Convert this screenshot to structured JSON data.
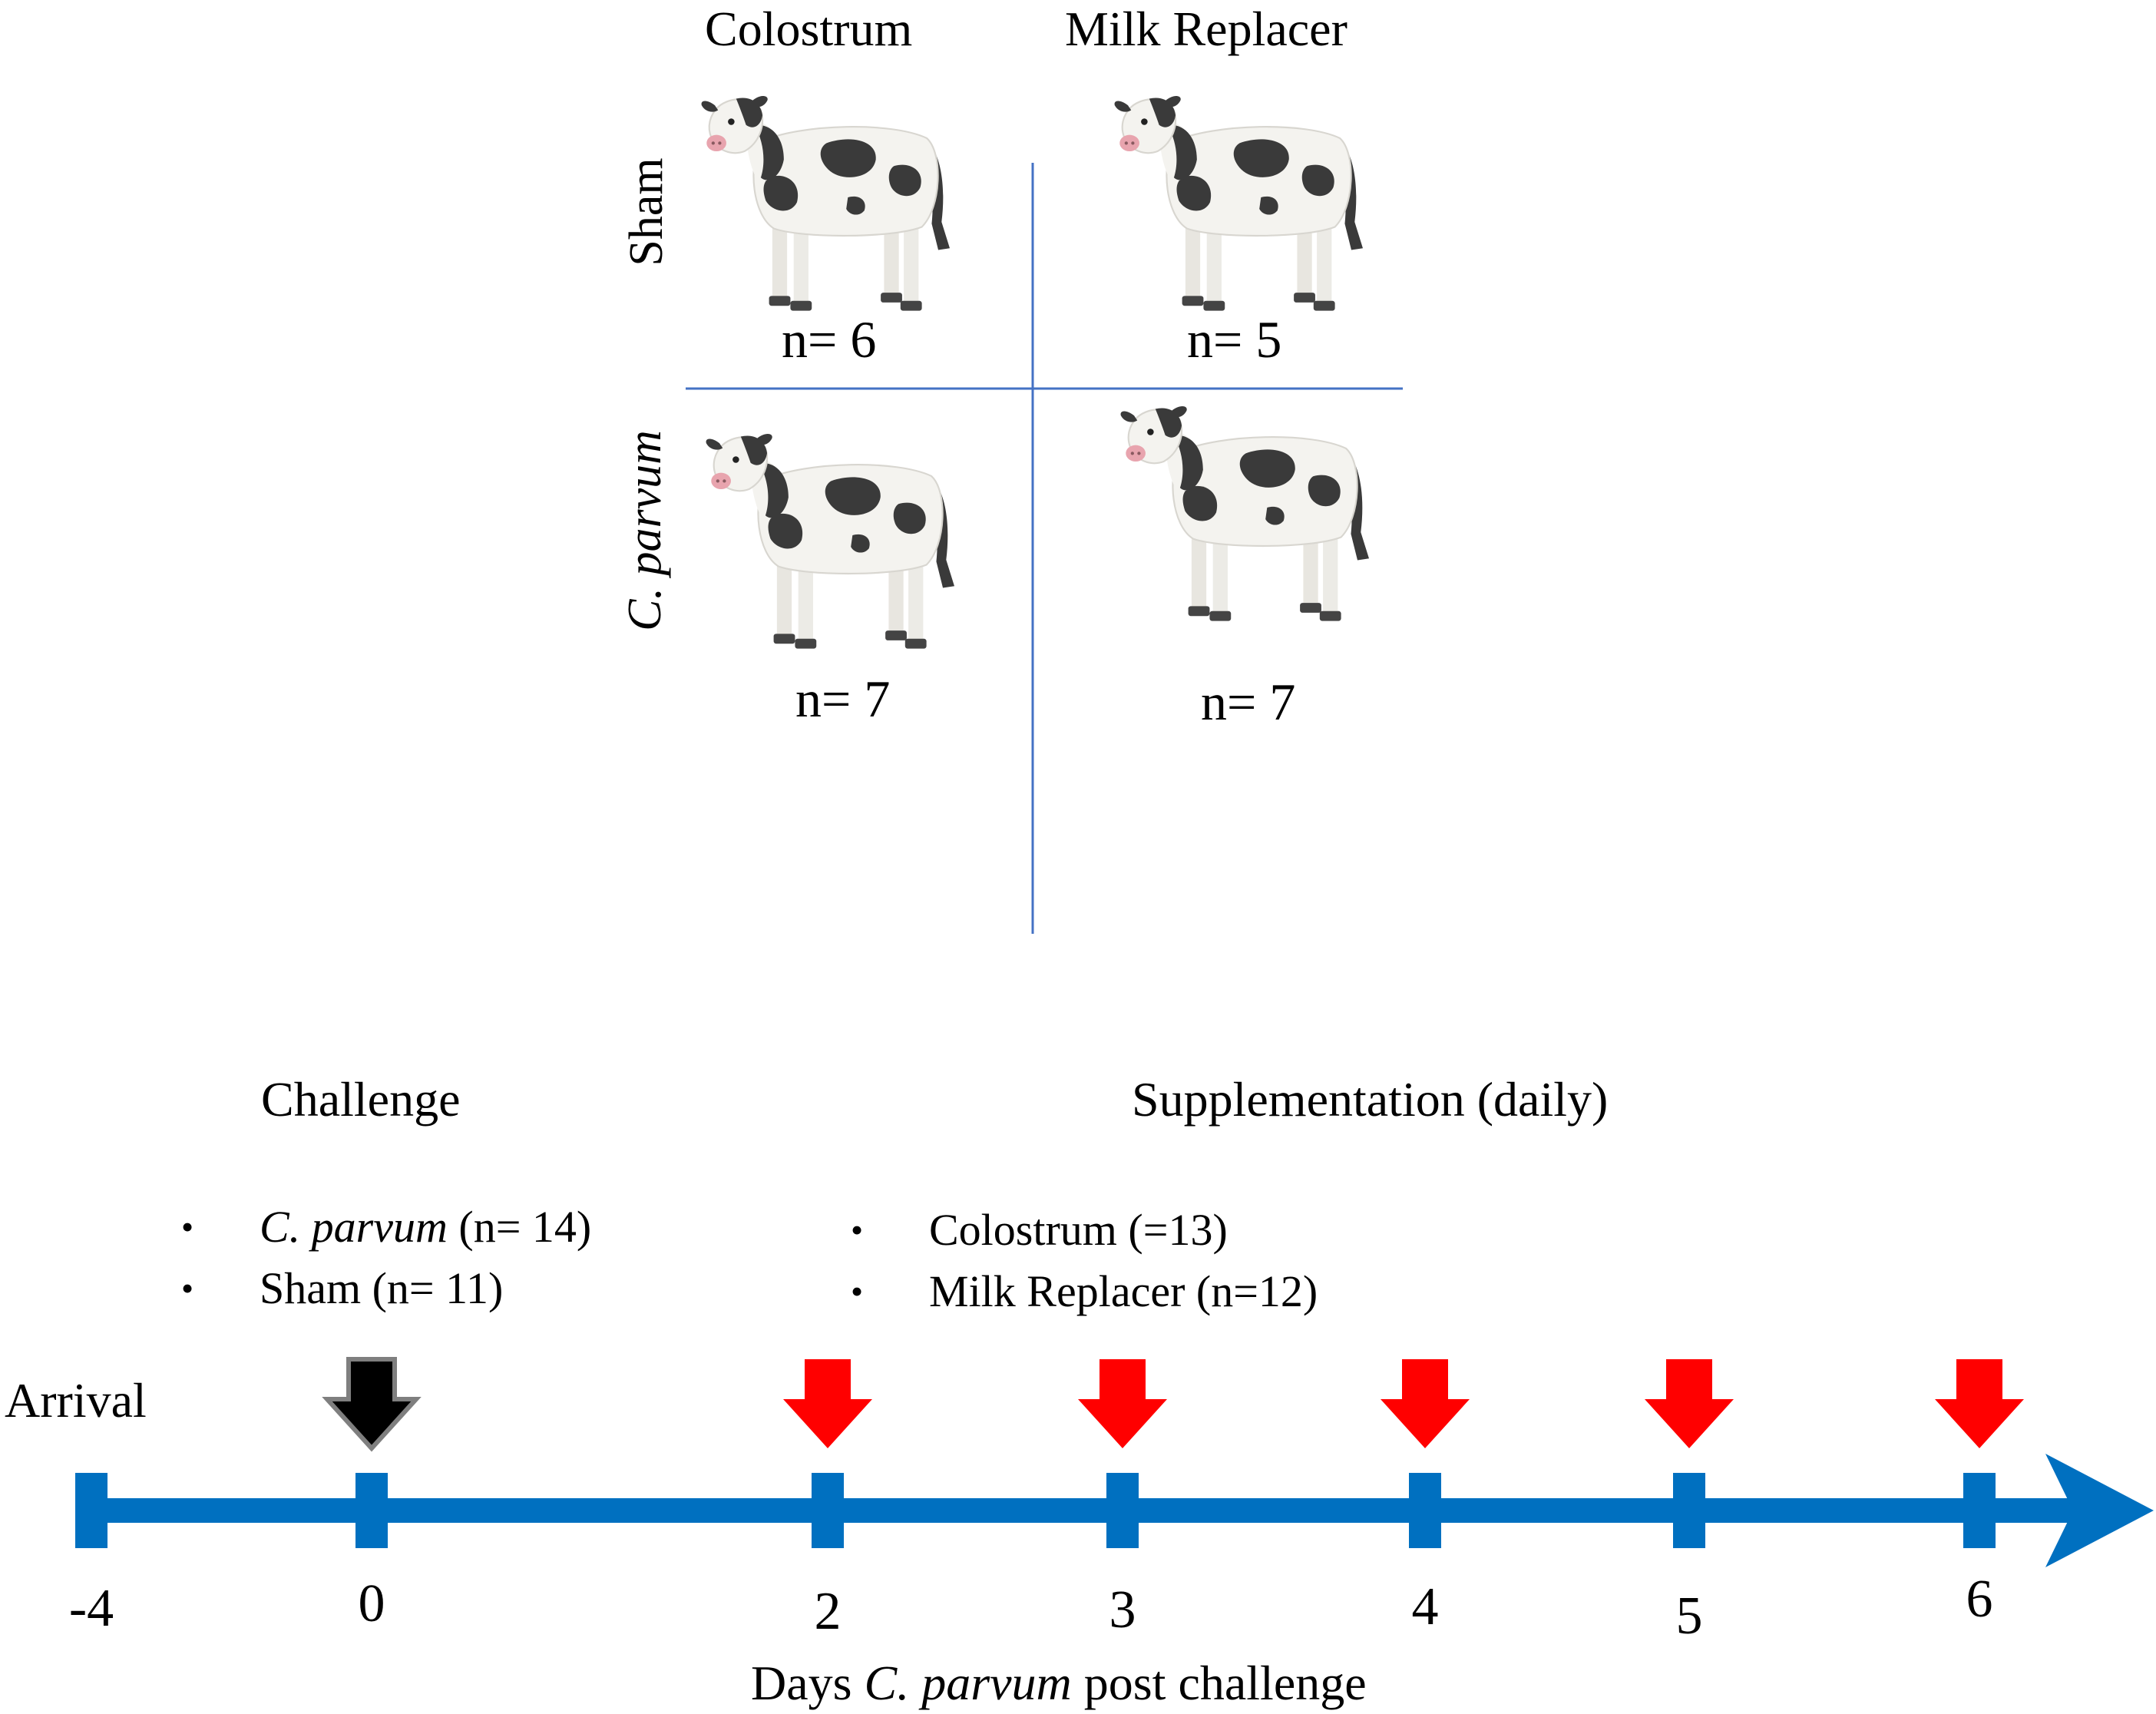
{
  "grid": {
    "col_headers": [
      "Colostrum",
      "Milk Replacer"
    ],
    "row_headers": [
      "Sham",
      "C. parvum"
    ],
    "counts": [
      "n= 6",
      "n= 5",
      "n= 7",
      "n= 7"
    ]
  },
  "challenge": {
    "title": "Challenge",
    "items": [
      {
        "italic": "C. parvum",
        "rest": " (n= 14)"
      },
      {
        "italic": "",
        "rest": "Sham (n= 11)"
      }
    ]
  },
  "supplementation": {
    "title": "Supplementation (daily)",
    "items": [
      "Colostrum (=13)",
      "Milk Replacer (n=12)"
    ]
  },
  "timeline": {
    "arrival_label": "Arrival",
    "axis_label_pre": "Days ",
    "axis_label_italic": "C. parvum",
    "axis_label_post": " post challenge",
    "ticks": [
      "-4",
      "0",
      "2",
      "3",
      "4",
      "5",
      "6"
    ],
    "challenge_day": "0",
    "supplement_days": [
      "2",
      "3",
      "4",
      "5",
      "6"
    ]
  },
  "colors": {
    "axis": "#0070C0",
    "grid_line": "#4472C4",
    "supplement_arrow": "#FF0000",
    "challenge_arrow": "#000000"
  },
  "icons": [
    "calf-icon"
  ]
}
